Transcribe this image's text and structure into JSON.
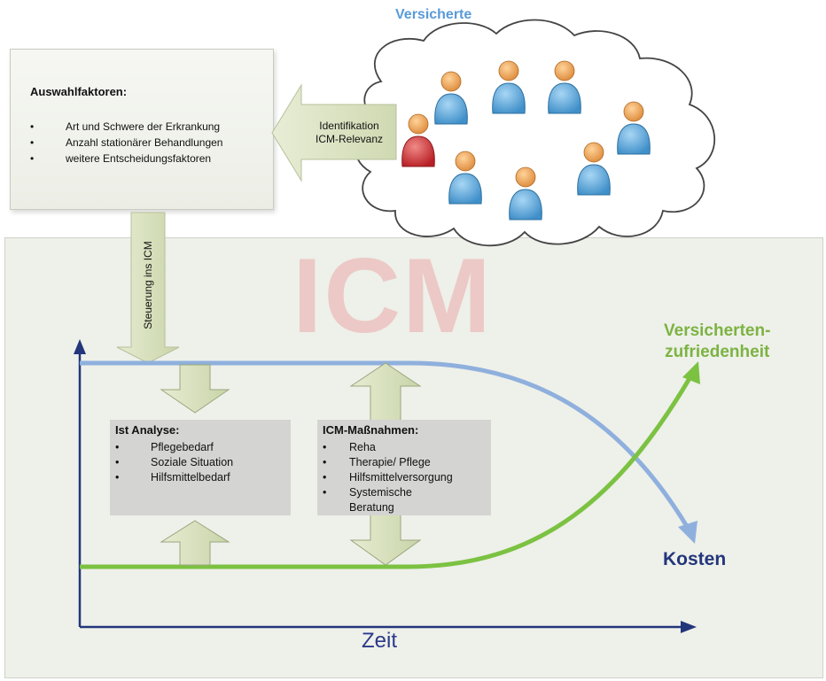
{
  "cloud": {
    "title": "Versicherte"
  },
  "factors": {
    "title": "Auswahlfaktoren:",
    "items": [
      "Art und Schwere der Erkrankung",
      "Anzahl stationärer Behandlungen",
      "weitere Entscheidungsfaktoren"
    ]
  },
  "arrows": {
    "identification_line1": "Identifikation",
    "identification_line2": "ICM-Relevanz",
    "steuerung": "Steuerung ins ICM"
  },
  "icm": {
    "watermark": "ICM"
  },
  "ist_analyse": {
    "title": "Ist Analyse:",
    "items": [
      "Pflegebedarf",
      "Soziale Situation",
      "Hilfsmittelbedarf"
    ]
  },
  "massnahmen": {
    "title": "ICM-Maßnahmen:",
    "items": [
      "Reha",
      "Therapie/ Pflege",
      "Hilfsmittelversorgung",
      "Systemische Beratung"
    ]
  },
  "curves": {
    "satisfaction_line1": "Versicherten-",
    "satisfaction_line2": "zufriedenheit",
    "costs": "Kosten"
  },
  "axes": {
    "x_label": "Zeit"
  },
  "colors": {
    "cost_curve": "#8fb0dd",
    "satisfaction_curve": "#7cc242",
    "axis": "#23367b",
    "person_blue": "#6fb1e0",
    "person_red": "#d9383c",
    "head": "#f0a95a",
    "block_arrow": "#dfe6c9"
  }
}
